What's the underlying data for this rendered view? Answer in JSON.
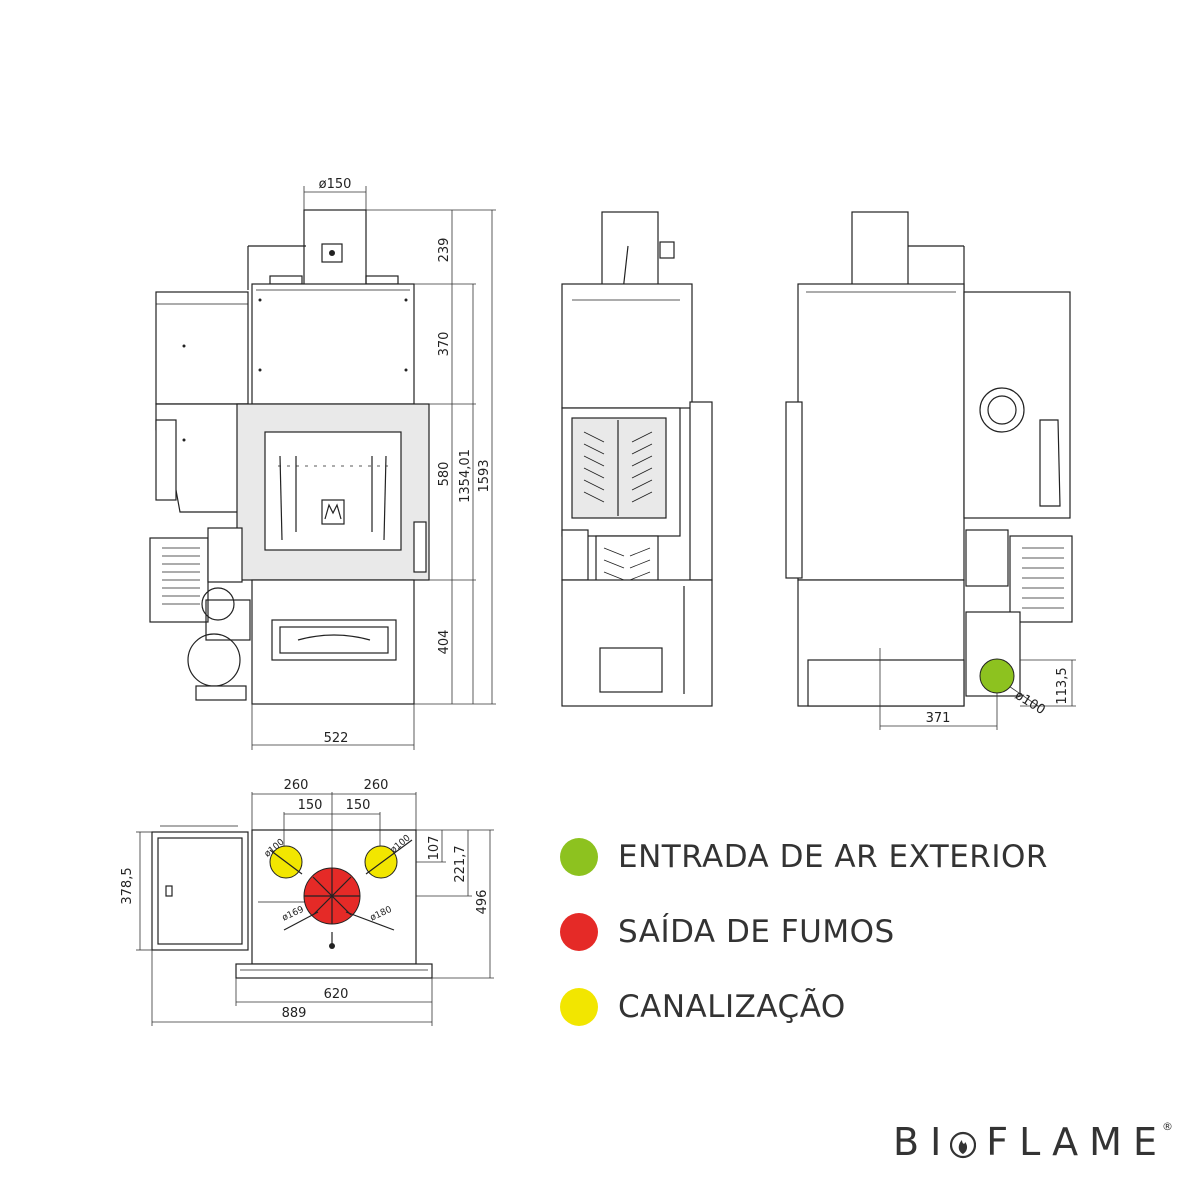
{
  "front_view": {
    "flue_diameter": "ø150",
    "height_top": "239",
    "height_upper": "370",
    "height_window": "580",
    "height_lower": "404",
    "height_mid_total": "1354,01",
    "height_total": "1593",
    "width_body": "522"
  },
  "back_view": {
    "inlet_offset": "371",
    "inlet_diameter": "ø100",
    "inlet_height": "113,5"
  },
  "top_view": {
    "outer_left": "260",
    "outer_right": "260",
    "inner_left": "150",
    "inner_right": "150",
    "hopper_depth": "378,5",
    "duct_offset": "107",
    "flue_offset": "221,7",
    "depth_total": "496",
    "width_body": "620",
    "width_total": "889",
    "duct_diameter_left": "ø100",
    "duct_diameter_right": "ø100",
    "flue_diameter_a": "ø169",
    "flue_diameter_b": "ø180"
  },
  "legend": [
    {
      "label": "ENTRADA DE AR EXTERIOR",
      "color": "#8dc21f"
    },
    {
      "label": "SAÍDA DE FUMOS",
      "color": "#e52a27"
    },
    {
      "label": "CANALIZAÇÃO",
      "color": "#f2e600"
    }
  ],
  "colors": {
    "inlet": "#8dc21f",
    "flue": "#e52a27",
    "duct": "#f2e600",
    "line": "#222222"
  },
  "brand": {
    "logo": "BIOFLAME",
    "left": "BI",
    "right": "FLAME",
    "registered": "®"
  }
}
